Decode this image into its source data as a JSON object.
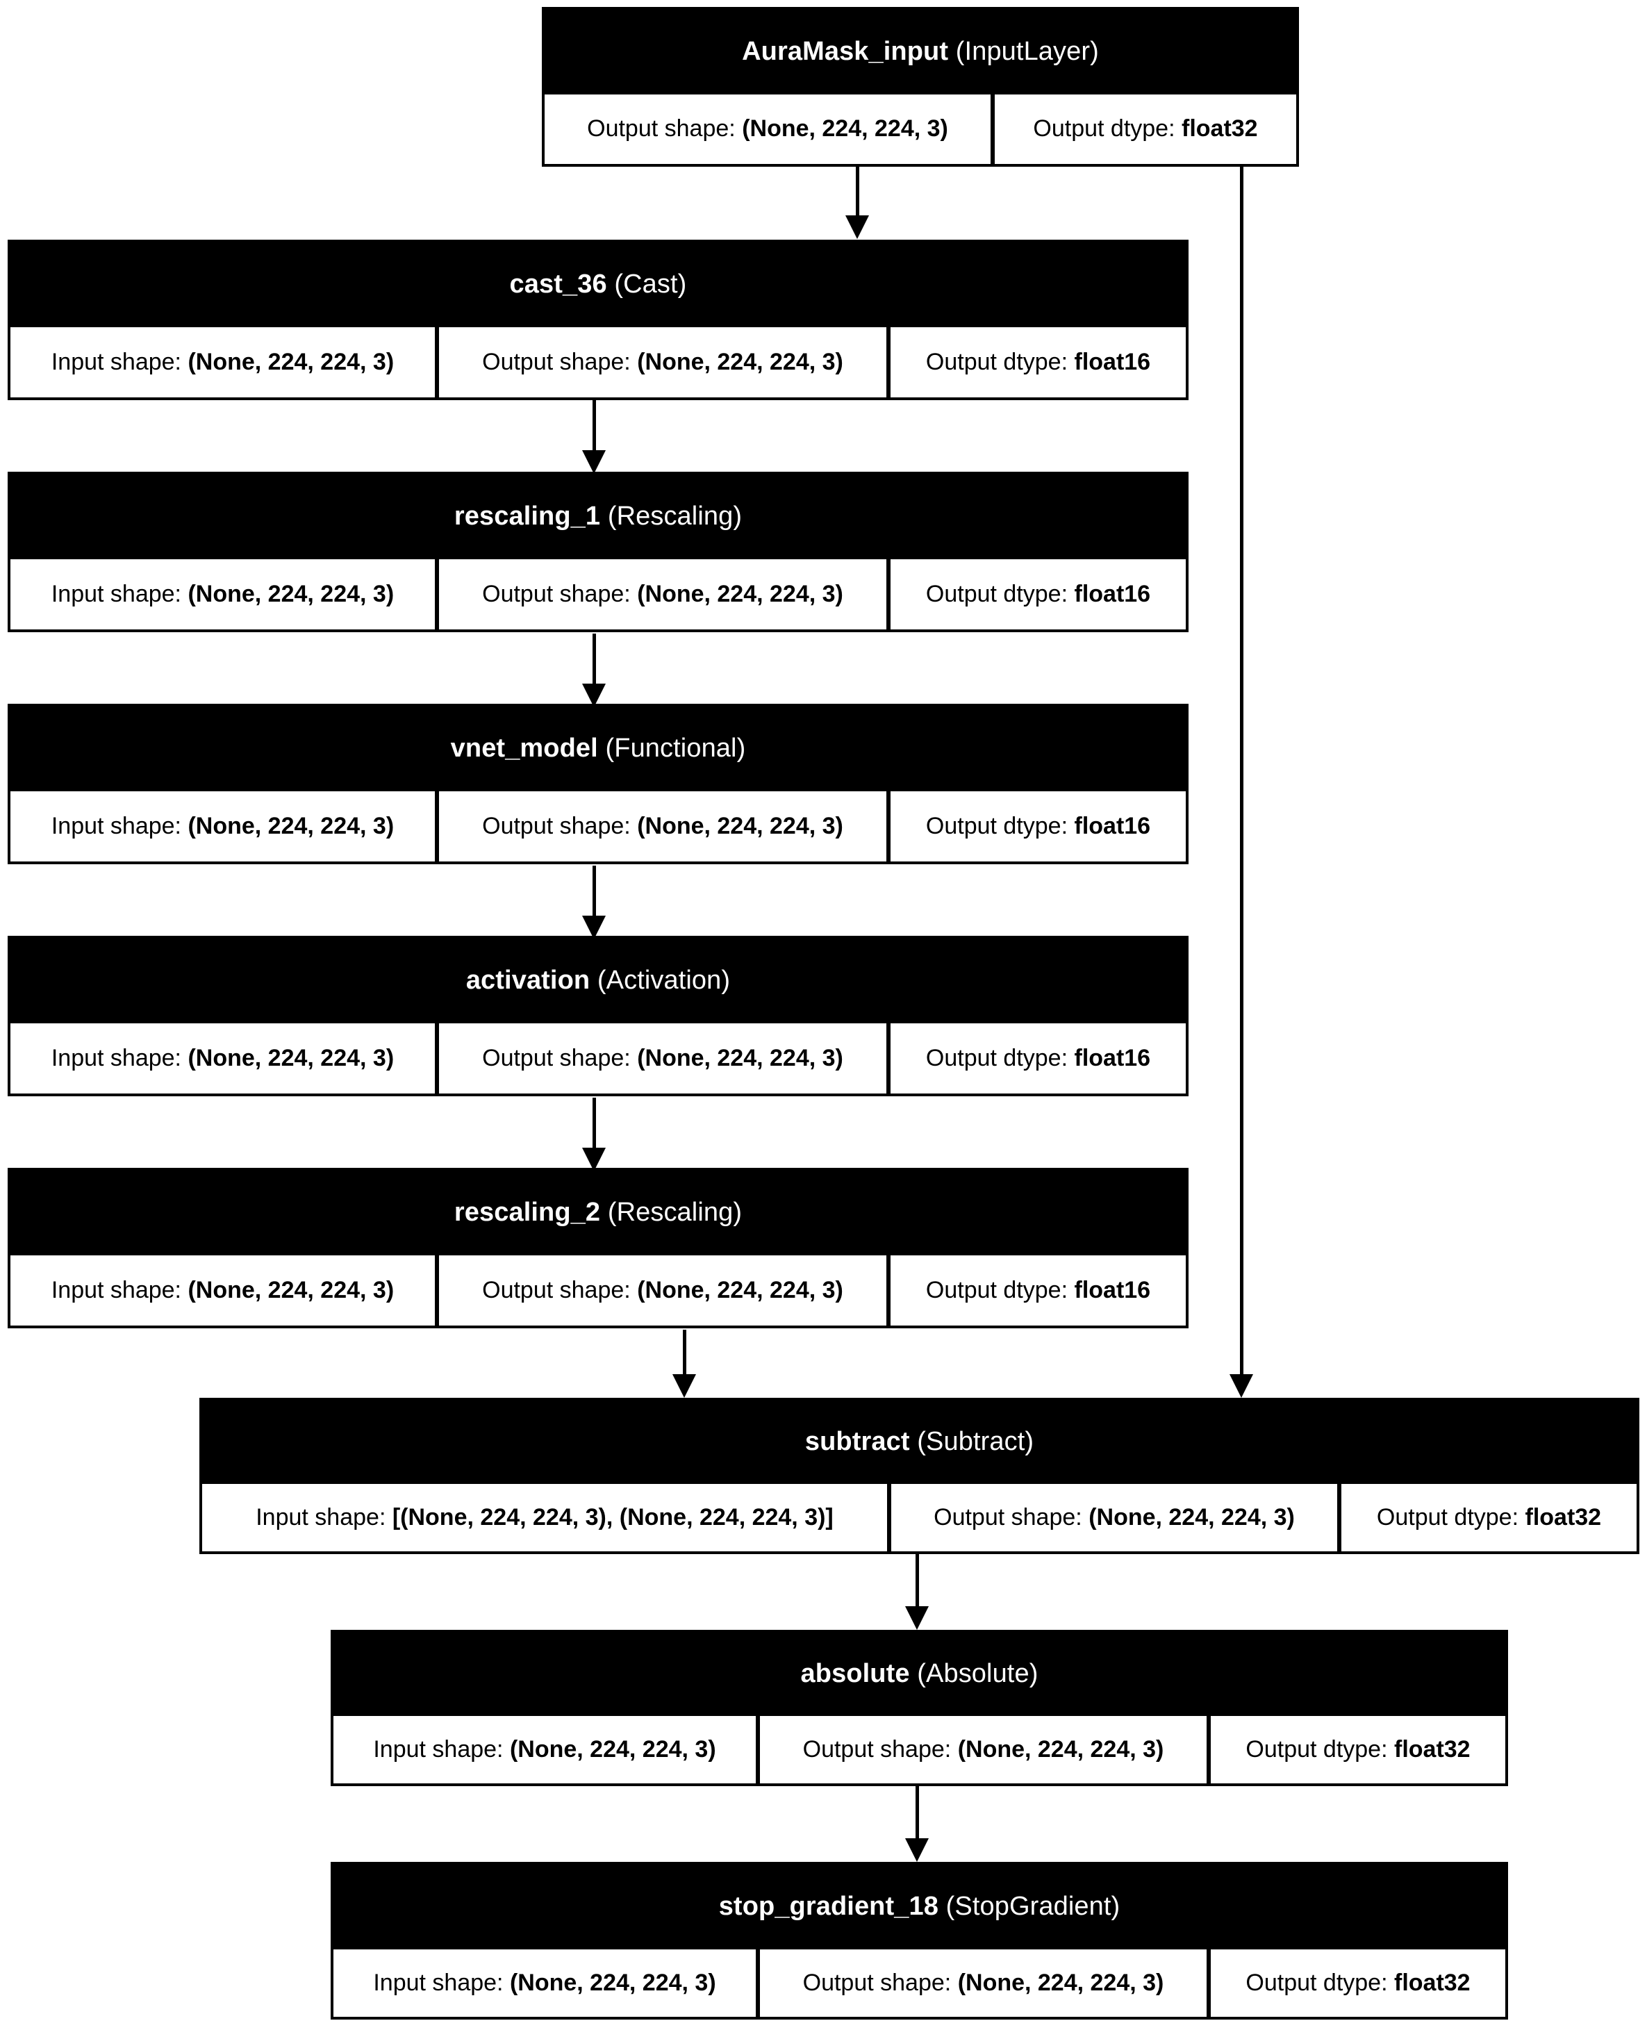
{
  "diagram": {
    "title": "AuraMask Keras model architecture graph",
    "background_color": "#ffffff",
    "node_header_color": "#000000",
    "node_header_text_color": "#ffffff",
    "node_cell_color": "#ffffff",
    "node_cell_text_color": "#000000",
    "edge_color": "#000000"
  },
  "labels": {
    "input_shape": "Input shape:",
    "output_shape": "Output shape:",
    "output_dtype": "Output dtype:"
  },
  "nodes": [
    {
      "id": "auramask_input",
      "name": "AuraMask_input",
      "type": "(InputLayer)",
      "cells": [
        {
          "label": "Output shape:",
          "value": "(None, 224, 224, 3)"
        },
        {
          "label": "Output dtype:",
          "value": "float32"
        }
      ]
    },
    {
      "id": "cast_36",
      "name": "cast_36",
      "type": "(Cast)",
      "cells": [
        {
          "label": "Input shape:",
          "value": "(None, 224, 224, 3)"
        },
        {
          "label": "Output shape:",
          "value": "(None, 224, 224, 3)"
        },
        {
          "label": "Output dtype:",
          "value": "float16"
        }
      ]
    },
    {
      "id": "rescaling_1",
      "name": "rescaling_1",
      "type": "(Rescaling)",
      "cells": [
        {
          "label": "Input shape:",
          "value": "(None, 224, 224, 3)"
        },
        {
          "label": "Output shape:",
          "value": "(None, 224, 224, 3)"
        },
        {
          "label": "Output dtype:",
          "value": "float16"
        }
      ]
    },
    {
      "id": "vnet_model",
      "name": "vnet_model",
      "type": "(Functional)",
      "cells": [
        {
          "label": "Input shape:",
          "value": "(None, 224, 224, 3)"
        },
        {
          "label": "Output shape:",
          "value": "(None, 224, 224, 3)"
        },
        {
          "label": "Output dtype:",
          "value": "float16"
        }
      ]
    },
    {
      "id": "activation",
      "name": "activation",
      "type": "(Activation)",
      "cells": [
        {
          "label": "Input shape:",
          "value": "(None, 224, 224, 3)"
        },
        {
          "label": "Output shape:",
          "value": "(None, 224, 224, 3)"
        },
        {
          "label": "Output dtype:",
          "value": "float16"
        }
      ]
    },
    {
      "id": "rescaling_2",
      "name": "rescaling_2",
      "type": "(Rescaling)",
      "cells": [
        {
          "label": "Input shape:",
          "value": "(None, 224, 224, 3)"
        },
        {
          "label": "Output shape:",
          "value": "(None, 224, 224, 3)"
        },
        {
          "label": "Output dtype:",
          "value": "float16"
        }
      ]
    },
    {
      "id": "subtract",
      "name": "subtract",
      "type": "(Subtract)",
      "cells": [
        {
          "label": "Input shape:",
          "value": "[(None, 224, 224, 3), (None, 224, 224, 3)]"
        },
        {
          "label": "Output shape:",
          "value": "(None, 224, 224, 3)"
        },
        {
          "label": "Output dtype:",
          "value": "float32"
        }
      ]
    },
    {
      "id": "absolute",
      "name": "absolute",
      "type": "(Absolute)",
      "cells": [
        {
          "label": "Input shape:",
          "value": "(None, 224, 224, 3)"
        },
        {
          "label": "Output shape:",
          "value": "(None, 224, 224, 3)"
        },
        {
          "label": "Output dtype:",
          "value": "float32"
        }
      ]
    },
    {
      "id": "stop_gradient_18",
      "name": "stop_gradient_18",
      "type": "(StopGradient)",
      "cells": [
        {
          "label": "Input shape:",
          "value": "(None, 224, 224, 3)"
        },
        {
          "label": "Output shape:",
          "value": "(None, 224, 224, 3)"
        },
        {
          "label": "Output dtype:",
          "value": "float32"
        }
      ]
    }
  ],
  "edges": [
    {
      "from": "auramask_input",
      "to": "cast_36"
    },
    {
      "from": "cast_36",
      "to": "rescaling_1"
    },
    {
      "from": "rescaling_1",
      "to": "vnet_model"
    },
    {
      "from": "vnet_model",
      "to": "activation"
    },
    {
      "from": "activation",
      "to": "rescaling_2"
    },
    {
      "from": "rescaling_2",
      "to": "subtract"
    },
    {
      "from": "auramask_input",
      "to": "subtract"
    },
    {
      "from": "subtract",
      "to": "absolute"
    },
    {
      "from": "absolute",
      "to": "stop_gradient_18"
    }
  ]
}
